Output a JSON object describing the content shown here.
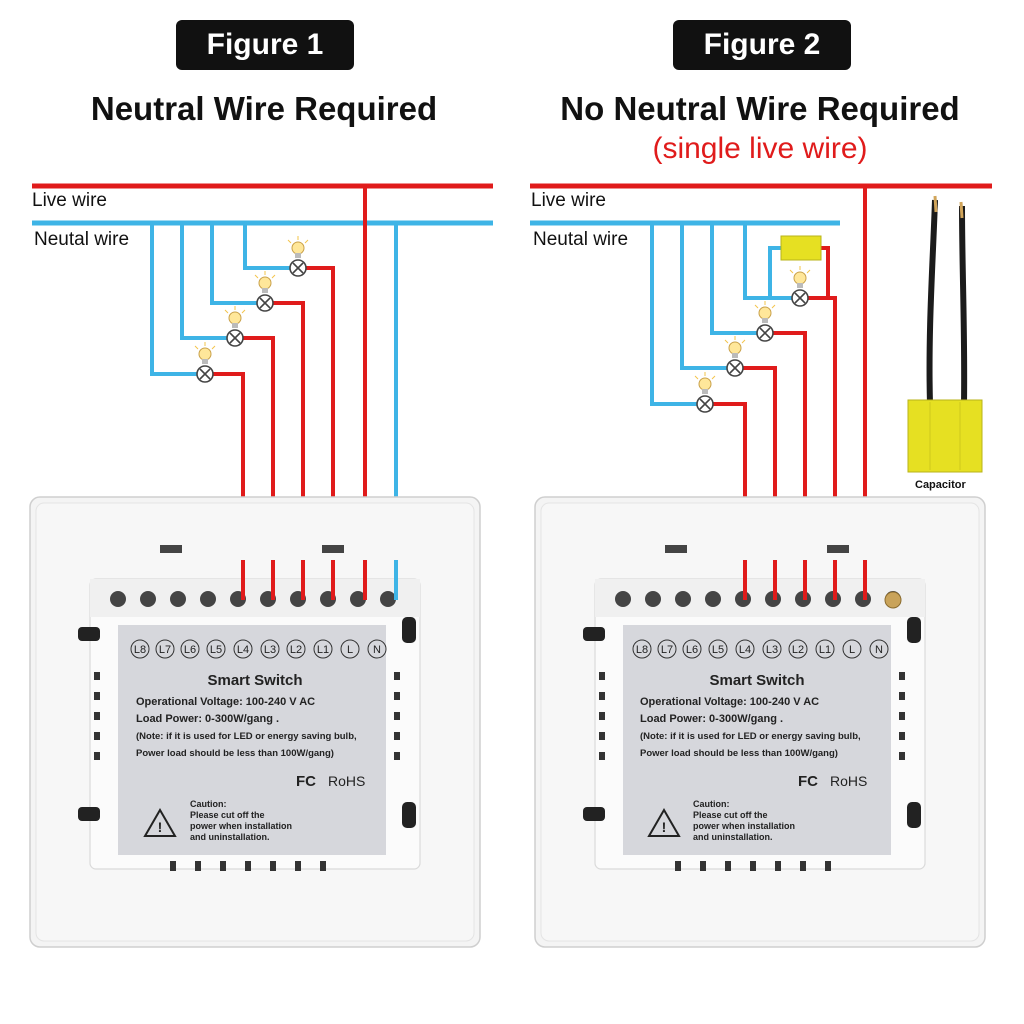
{
  "figure1": {
    "label": "Figure 1",
    "heading": "Neutral Wire Required",
    "live_wire_label": "Live wire",
    "neutral_wire_label": "Neutal wire"
  },
  "figure2": {
    "label": "Figure 2",
    "heading": "No Neutral Wire Required",
    "subheading": "(single live wire)",
    "live_wire_label": "Live wire",
    "neutral_wire_label": "Neutal wire",
    "capacitor_label": "Capacitor"
  },
  "switch_panel": {
    "terminals": [
      "L8",
      "L7",
      "L6",
      "L5",
      "L4",
      "L3",
      "L2",
      "L1",
      "L",
      "N"
    ],
    "title": "Smart Switch",
    "voltage": "Operational Voltage: 100-240 V AC",
    "load": "Load Power: 0-300W/gang .",
    "note1": "(Note: if it is used for LED or energy saving bulb,",
    "note2": "Power load should be less than 100W/gang)",
    "cert_fc": "FC",
    "cert_rohs": "RoHS",
    "caution1": "Caution:",
    "caution2": "Please cut off the",
    "caution3": "power when installation",
    "caution4": "and uninstallation."
  },
  "colors": {
    "live": "#e01b1b",
    "neutral": "#3eb4e6",
    "label_bg": "#111111",
    "capacitor": "#e6e022"
  }
}
